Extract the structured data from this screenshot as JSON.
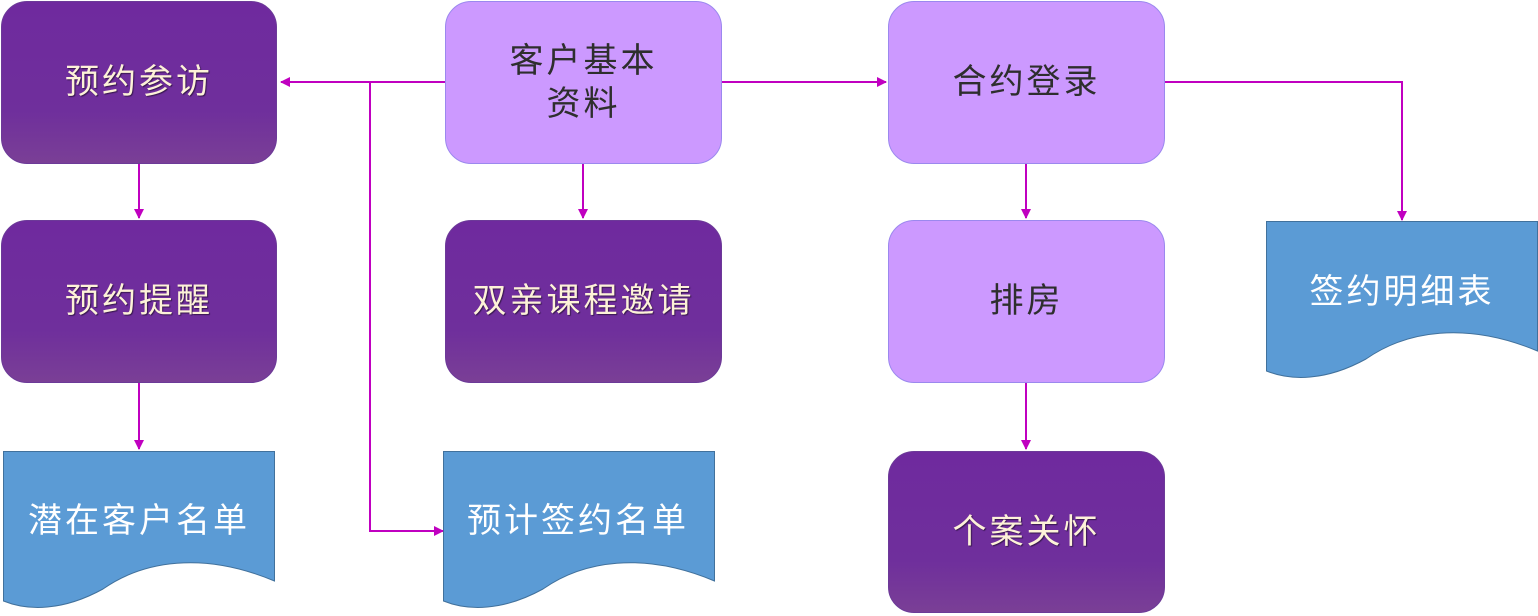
{
  "nodes": {
    "reservation_visit": "预约参访",
    "customer_basic_info": "客户基本\n资料",
    "contract_registration": "合约登录",
    "reservation_reminder": "预约提醒",
    "parent_course_invitation": "双亲课程邀请",
    "room_arrangement": "排房",
    "signing_detail_list": "签约明细表",
    "potential_customer_list": "潜在客户名单",
    "expected_signing_list": "预计签约名单",
    "case_care": "个案关怀"
  },
  "colors": {
    "dark_box": "#6f2a9e",
    "light_box": "#cc99ff",
    "document": "#5b9bd5",
    "connector": "#c000c0"
  }
}
